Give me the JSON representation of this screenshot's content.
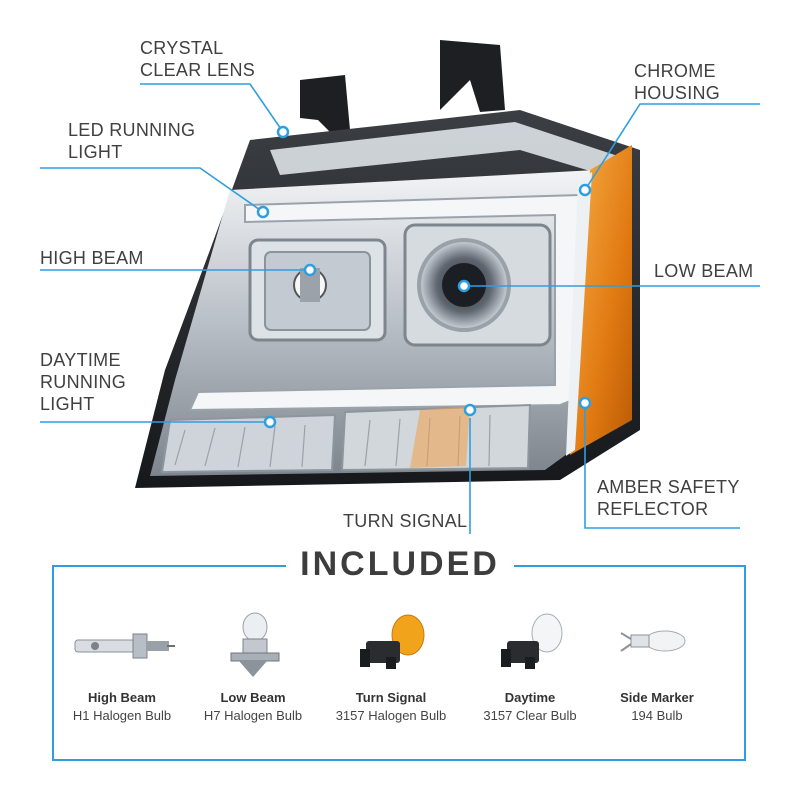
{
  "callouts": {
    "crystal_clear_lens": [
      "CRYSTAL",
      "CLEAR LENS"
    ],
    "led_running_light": [
      "LED RUNNING",
      "LIGHT"
    ],
    "high_beam": [
      "HIGH BEAM"
    ],
    "daytime_running_light": [
      "DAYTIME",
      "RUNNING",
      "LIGHT"
    ],
    "chrome_housing": [
      "CHROME",
      "HOUSING"
    ],
    "low_beam": [
      "LOW BEAM"
    ],
    "turn_signal": [
      "TURN SIGNAL"
    ],
    "amber_safety_reflector": [
      "AMBER SAFETY",
      "REFLECTOR"
    ]
  },
  "included": {
    "title": "INCLUDED",
    "bulbs": [
      {
        "name": "High Beam",
        "desc": "H1 Halogen Bulb",
        "icon": "h1-bulb-icon"
      },
      {
        "name": "Low Beam",
        "desc": "H7 Halogen Bulb",
        "icon": "h7-bulb-icon"
      },
      {
        "name": "Turn Signal",
        "desc": "3157 Halogen Bulb",
        "icon": "amber-3157-bulb-icon"
      },
      {
        "name": "Daytime",
        "desc": "3157 Clear Bulb",
        "icon": "clear-3157-bulb-icon"
      },
      {
        "name": "Side Marker",
        "desc": "194 Bulb",
        "icon": "wedge-194-bulb-icon"
      }
    ]
  },
  "colors": {
    "accent_blue": "#2d9fe0",
    "amber": "#e8821a",
    "chrome": "#c9ced3"
  }
}
